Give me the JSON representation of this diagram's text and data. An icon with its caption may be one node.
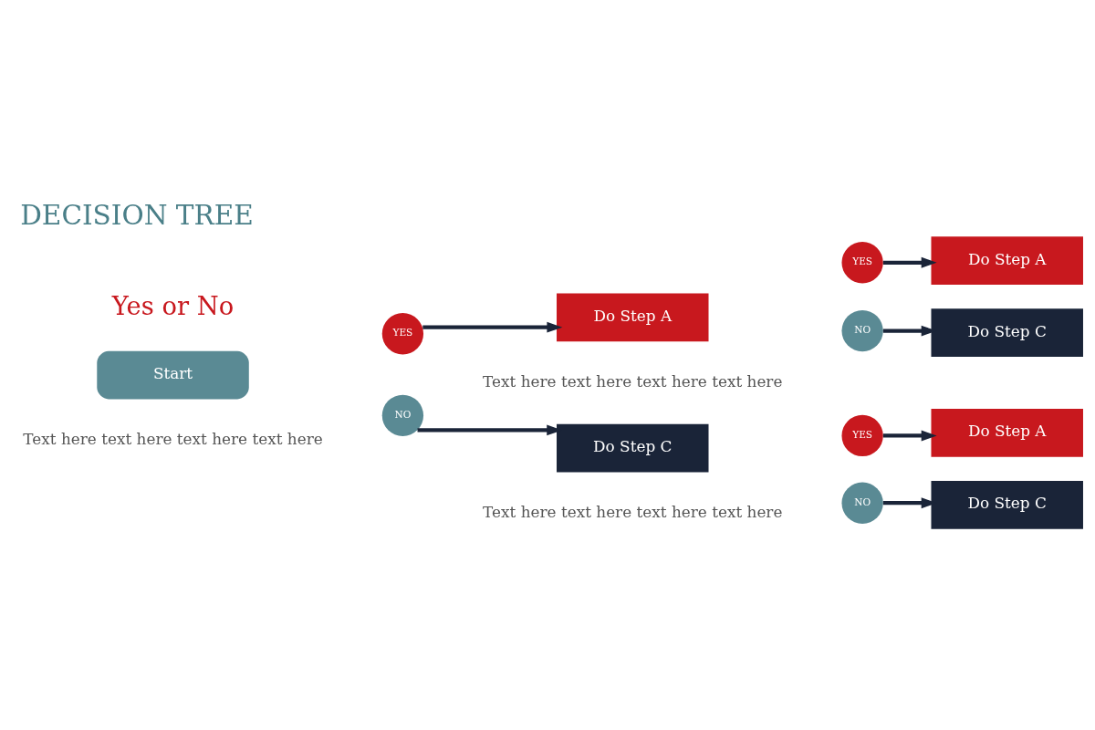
{
  "diagram": {
    "title": "DECISION TREE",
    "nodes": [
      {
        "text": [
          "Start"
        ],
        "beside": [
          "Text here text here text here text here"
        ]
      },
      {
        "text": [
          "YES"
        ]
      },
      {
        "text": [
          "NO"
        ]
      },
      {
        "text": [
          "Do Step A"
        ],
        "beside": [
          "Text here text here text here text here"
        ]
      },
      {
        "text": [
          "Do Step C"
        ],
        "beside": [
          "Text here text here text here text here"
        ]
      },
      {
        "text": [
          "YES"
        ]
      },
      {
        "text": [
          "NO"
        ]
      },
      {
        "text": [
          "Do Step A"
        ]
      },
      {
        "text": [
          "Do Step C"
        ]
      },
      {
        "text": [
          "YES"
        ]
      },
      {
        "text": [
          "NO"
        ]
      },
      {
        "text": [
          "Do Step A"
        ]
      },
      {
        "text": [
          "Do Step C"
        ]
      }
    ],
    "edges": [
      {
        "from": 1,
        "to": 3,
        "arrow": "to"
      },
      {
        "from": 2,
        "to": 4,
        "arrow": "to"
      },
      {
        "from": 5,
        "to": 7,
        "arrow": "to"
      },
      {
        "from": 6,
        "to": 8,
        "arrow": "to"
      },
      {
        "from": 9,
        "to": 11,
        "arrow": "to"
      },
      {
        "from": 10,
        "to": 12,
        "arrow": "to"
      }
    ],
    "labels": [
      "Yes or No"
    ]
  }
}
